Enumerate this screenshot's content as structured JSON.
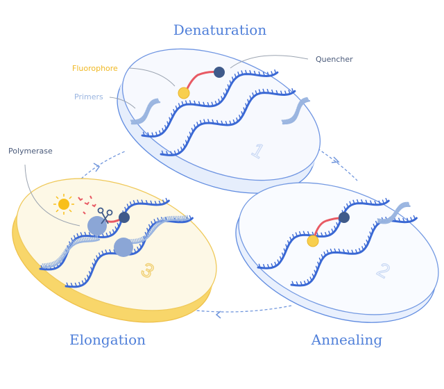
{
  "stages": {
    "denaturation": "Denaturation",
    "annealing": "Annealing",
    "elongation": "Elongation"
  },
  "labels": {
    "fluorophore": "Fluorophore",
    "primers": "Primers",
    "quencher": "Quencher",
    "polymerase": "Polymerase"
  },
  "colors": {
    "title": "#4f7fd9",
    "fluorophore": "#f0b822",
    "primers": "#9ab5e0",
    "quencher": "#4a5a7a",
    "dna": "#3a68d4",
    "probe": "#e85a64",
    "disk_blue": "#f5f8fe",
    "disk_yellow": "#fdf8e6"
  }
}
